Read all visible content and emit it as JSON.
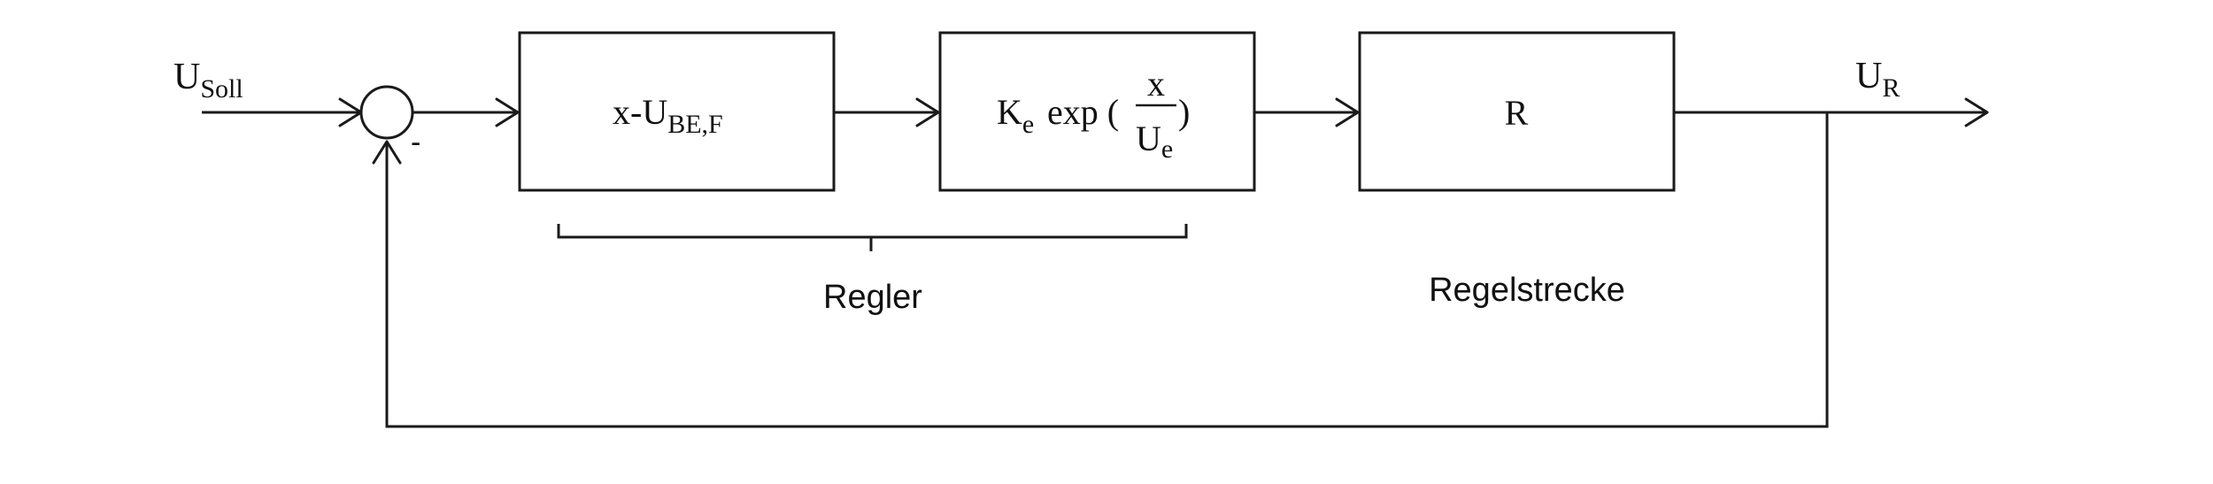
{
  "signals": {
    "input_main": "U",
    "input_sub": "Soll",
    "output_main": "U",
    "output_sub": "R",
    "feedback_sign": "-"
  },
  "blocks": {
    "block1": {
      "main": "x-U",
      "sub": "BE,F"
    },
    "block2": {
      "k_main": "K",
      "k_sub": "e",
      "exp": "exp (",
      "numerator": "x",
      "den_main": "U",
      "den_sub": "e",
      "close": ")"
    },
    "block3": {
      "label": "R"
    }
  },
  "groups": {
    "regler": "Regler",
    "regelstrecke": "Regelstrecke"
  }
}
